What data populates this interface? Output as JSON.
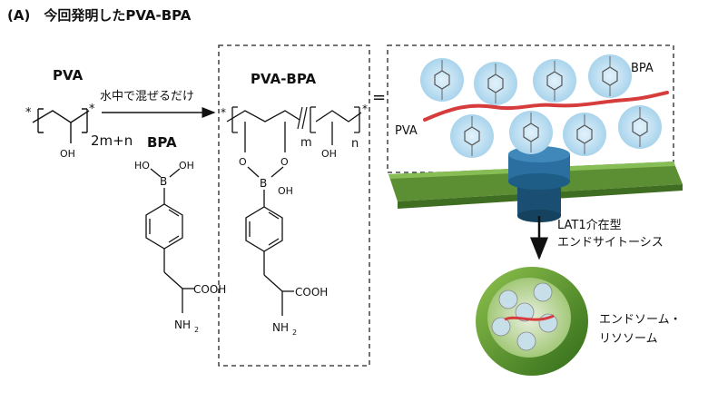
{
  "title": "(A)　今回発明したPVA-BPA",
  "pva": {
    "label": "PVA",
    "star_left": "*",
    "star_right": "*",
    "subscript": "2m+n",
    "oh": "OH"
  },
  "arrow_text": "水中で混ぜるだけ",
  "bpa": {
    "label": "BPA",
    "ho": "HO",
    "b": "B",
    "oh": "OH",
    "cooh": "COOH",
    "nh": "NH",
    "nh_sub": "2"
  },
  "pva_bpa": {
    "label": "PVA-BPA",
    "star_left": "*",
    "star_right": "*",
    "o1": "O",
    "o2": "O",
    "b": "B",
    "oh_boron": "OH",
    "oh_chain": "OH",
    "m": "m",
    "n": "n",
    "cooh": "COOH",
    "nh": "NH",
    "nh_sub": "2"
  },
  "equals": "=",
  "illustration": {
    "bpa_label": "BPA",
    "pva_label": "PVA",
    "lat1_line1": "LAT1介在型",
    "lat1_line2": "エンドサイトーシス",
    "endo_line1": "エンドソーム・",
    "endo_line2": "リソソーム"
  },
  "colors": {
    "membrane": "#6a9a3a",
    "transporter": "#1d5d86",
    "pva_chain": "#d63c3c",
    "bpa_glow": "#bfe0f2",
    "endosome": "#5d9a2e"
  }
}
